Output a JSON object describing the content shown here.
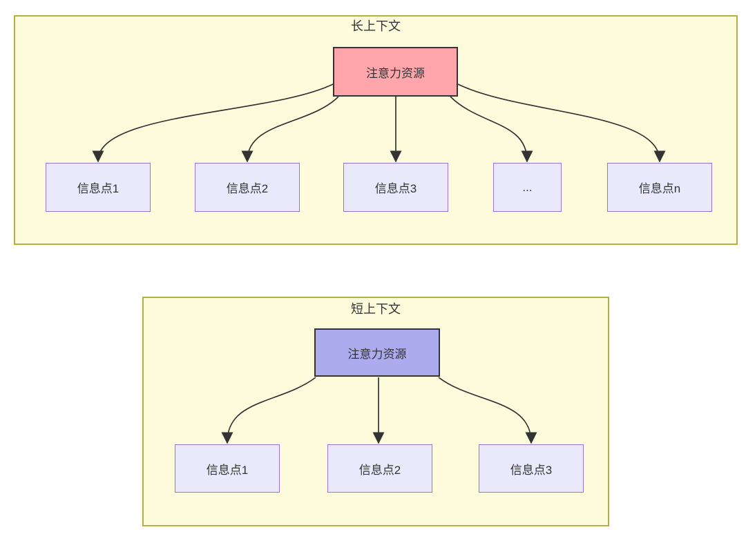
{
  "colors": {
    "container_bg": "#FCFCDC",
    "container_border": "#B1B13E",
    "root_long_fill": "#FFA6AC",
    "root_short_fill": "#ABABEE",
    "root_border": "#333333",
    "info_fill": "#E9E9FB",
    "info_border": "#9673DC",
    "edge_color": "#333333",
    "text_color": "#333333"
  },
  "long_context": {
    "title": "长上下文",
    "root": "注意力资源",
    "nodes": [
      "信息点1",
      "信息点2",
      "信息点3",
      "...",
      "信息点n"
    ]
  },
  "short_context": {
    "title": "短上下文",
    "root": "注意力资源",
    "nodes": [
      "信息点1",
      "信息点2",
      "信息点3"
    ]
  }
}
